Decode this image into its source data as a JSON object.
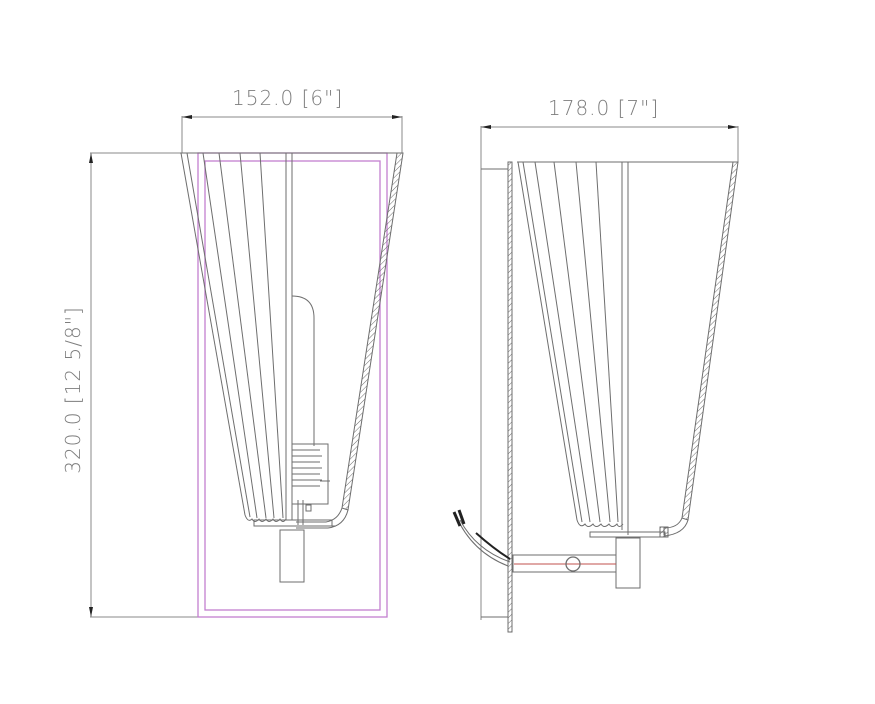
{
  "drawing": {
    "title": "Wall sconce dimension drawing",
    "views": [
      "front",
      "side"
    ],
    "colors": {
      "line": "#6e6e6e",
      "dimension_line": "#8a8a8a",
      "text": "#7d7d7d",
      "backplate_outline": "#c27fd0",
      "arm_center_line": "#c0504d",
      "background": "#ffffff"
    }
  },
  "dimensions": {
    "front_width": "152.0 [6\"]",
    "side_depth": "178.0 [7\"]",
    "height": "320.0 [12 5/8\"]"
  }
}
